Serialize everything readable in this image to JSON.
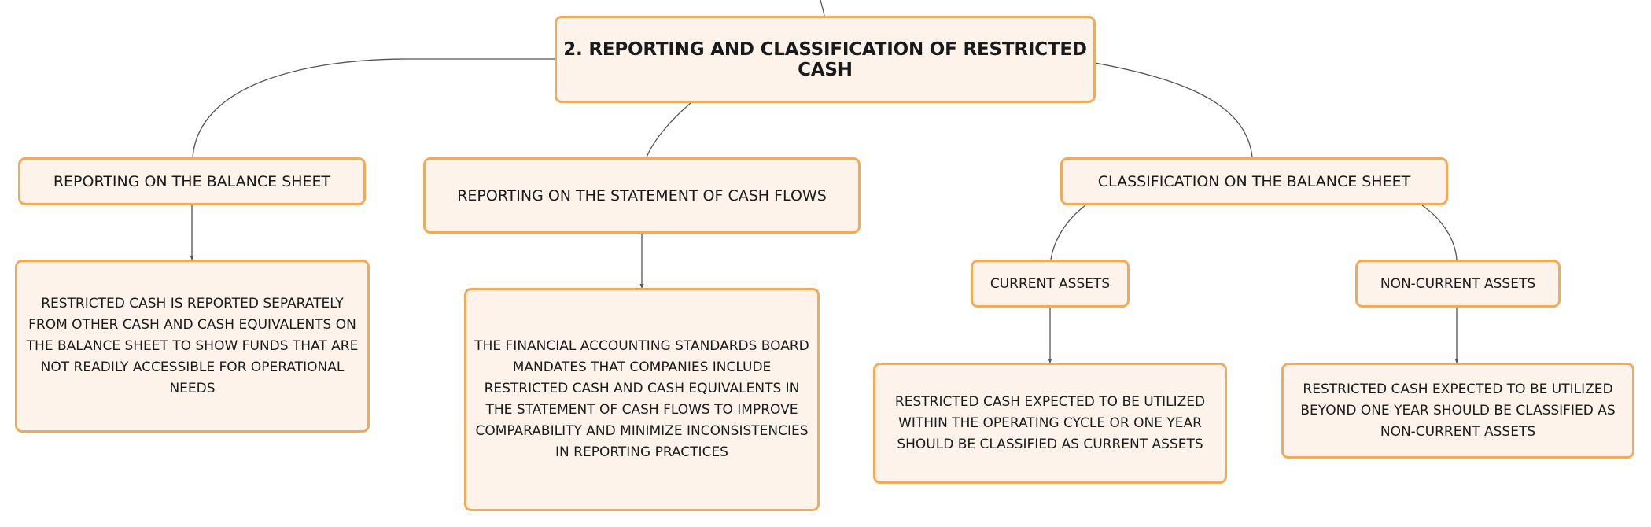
{
  "root": {
    "label": "2. REPORTING AND CLASSIFICATION OF RESTRICTED CASH"
  },
  "balance_sheet_reporting": {
    "label": "REPORTING ON THE BALANCE SHEET",
    "detail": "RESTRICTED CASH IS REPORTED SEPARATELY FROM OTHER CASH AND CASH EQUIVALENTS ON THE BALANCE SHEET TO SHOW FUNDS THAT ARE NOT READILY ACCESSIBLE FOR OPERATIONAL NEEDS"
  },
  "cash_flows_reporting": {
    "label": "REPORTING ON THE STATEMENT OF CASH FLOWS",
    "detail": "THE FINANCIAL ACCOUNTING STANDARDS BOARD MANDATES THAT COMPANIES INCLUDE RESTRICTED CASH AND CASH EQUIVALENTS IN THE STATEMENT OF CASH FLOWS TO IMPROVE COMPARABILITY AND MINIMIZE INCONSISTENCIES IN REPORTING PRACTICES"
  },
  "balance_sheet_classification": {
    "label": "CLASSIFICATION ON THE BALANCE SHEET",
    "current": {
      "label": "CURRENT ASSETS",
      "detail": "RESTRICTED CASH EXPECTED TO BE UTILIZED WITHIN THE OPERATING CYCLE OR ONE YEAR SHOULD BE CLASSIFIED AS CURRENT ASSETS"
    },
    "non_current": {
      "label": "NON-CURRENT ASSETS",
      "detail": "RESTRICTED CASH EXPECTED TO BE UTILIZED BEYOND ONE YEAR SHOULD BE CLASSIFIED AS NON-CURRENT ASSETS"
    }
  },
  "colors": {
    "node_fill": "#fdf3ea",
    "node_border": "#f0ab5a",
    "connector": "#555555"
  }
}
